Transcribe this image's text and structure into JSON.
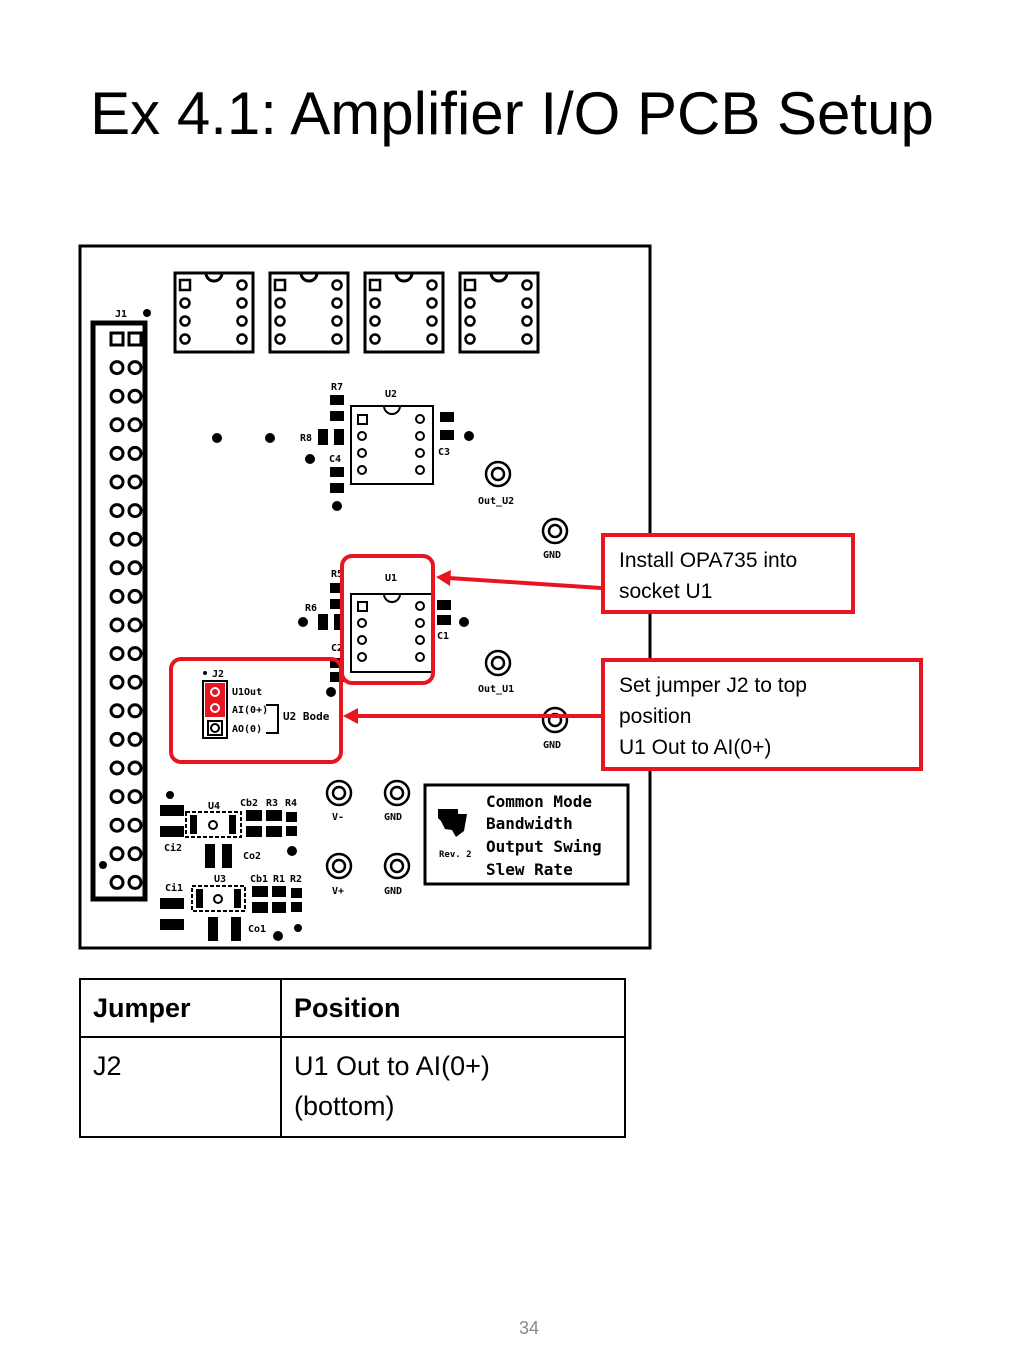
{
  "slide": {
    "title": "Ex 4.1: Amplifier I/O PCB Setup",
    "page_number": "34"
  },
  "board": {
    "labels": {
      "j1": "J1",
      "r7": "R7",
      "u2": "U2",
      "r8": "R8",
      "c3": "C3",
      "c4": "C4",
      "out_u2": "Out_U2",
      "gnd_top": "GND",
      "r5": "R5",
      "u1": "U1",
      "r6": "R6",
      "c1": "C1",
      "c2": "C2",
      "out_u1": "Out_U1",
      "gnd_mid": "GND",
      "j2": "J2",
      "u1out": "U1Out",
      "ai0": "AI(0+)",
      "ao0": "AO(0)",
      "u2bode": "U2 Bode",
      "u4": "U4",
      "cb2": "Cb2",
      "r3": "R3",
      "r4": "R4",
      "ci2": "Ci2",
      "co2": "Co2",
      "u3": "U3",
      "cb1": "Cb1",
      "r1": "R1",
      "r2": "R2",
      "ci1": "Ci1",
      "co1": "Co1",
      "vminus": "V-",
      "gnd_b1": "GND",
      "vplus": "V+",
      "gnd_b2": "GND",
      "rev": "Rev. 2"
    },
    "test_list": [
      "Common Mode",
      "Bandwidth",
      "Output Swing",
      "Slew Rate"
    ],
    "colors": {
      "silkscreen": "#000000",
      "jumper_pins": "#e8141e",
      "callout": "#e8141e"
    }
  },
  "callouts": [
    {
      "lines": [
        "Install OPA735 into",
        "socket U1"
      ]
    },
    {
      "lines": [
        "Set jumper J2 to top",
        "position",
        "U1 Out to AI(0+)"
      ]
    }
  ],
  "table": {
    "headers": [
      "Jumper",
      "Position"
    ],
    "rows": [
      {
        "jumper": "J2",
        "position_lines": [
          "U1 Out to AI(0+)",
          "(bottom)"
        ]
      }
    ]
  }
}
